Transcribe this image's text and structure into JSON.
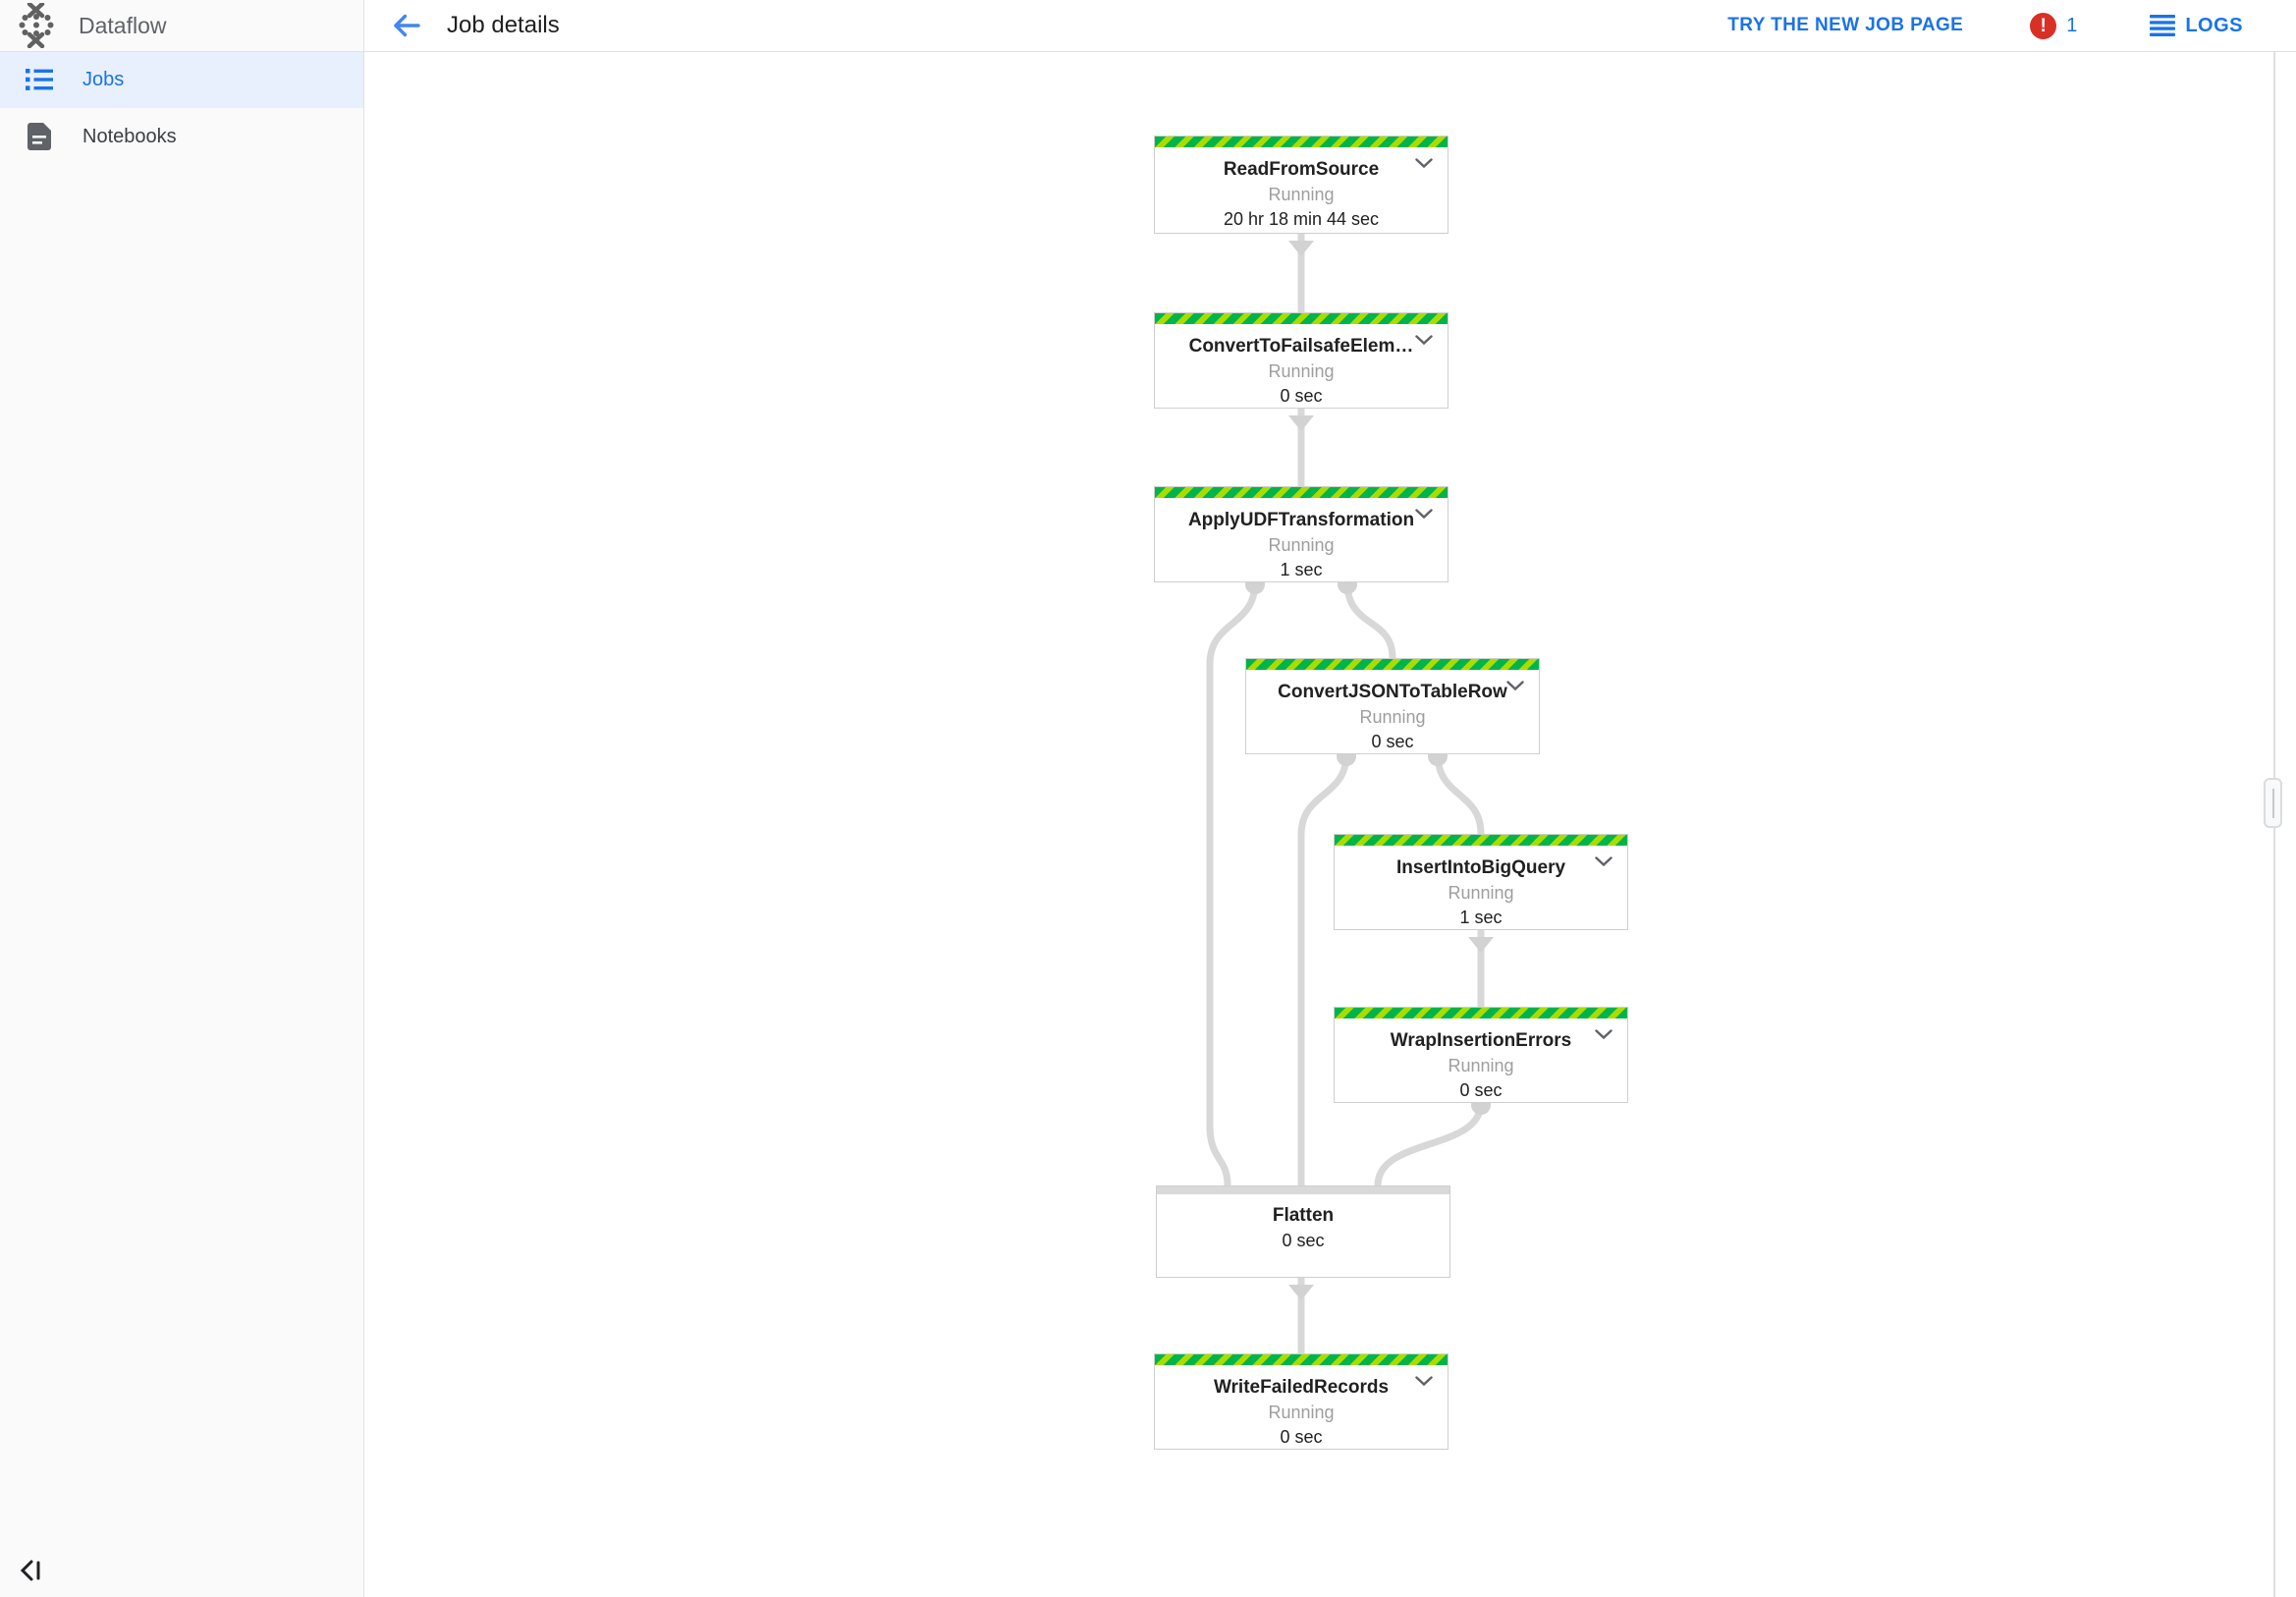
{
  "app": {
    "product_name": "Dataflow",
    "page_title": "Job details"
  },
  "header": {
    "try_new_job_label": "TRY THE NEW JOB PAGE",
    "error_icon_glyph": "!",
    "error_count": "1",
    "logs_label": "LOGS"
  },
  "sidebar": {
    "items": [
      {
        "label": "Jobs",
        "active": true,
        "icon": "list-icon"
      },
      {
        "label": "Notebooks",
        "active": false,
        "icon": "document-icon"
      }
    ]
  },
  "graph": {
    "nodes": [
      {
        "name": "ReadFromSource",
        "status": "Running",
        "time": "20 hr 18 min 44 sec"
      },
      {
        "name": "ConvertToFailsafeElem…",
        "status": "Running",
        "time": "0 sec"
      },
      {
        "name": "ApplyUDFTransformation",
        "status": "Running",
        "time": "1 sec"
      },
      {
        "name": "ConvertJSONToTableRow",
        "status": "Running",
        "time": "0 sec"
      },
      {
        "name": "InsertIntoBigQuery",
        "status": "Running",
        "time": "1 sec"
      },
      {
        "name": "WrapInsertionErrors",
        "status": "Running",
        "time": "0 sec"
      },
      {
        "name": "Flatten",
        "status": "",
        "time": "0 sec"
      },
      {
        "name": "WriteFailedRecords",
        "status": "Running",
        "time": "0 sec"
      }
    ]
  },
  "colors": {
    "accent_blue": "#1a73e8",
    "error_red": "#d93025",
    "running_stripe_green": "#00b44c",
    "running_stripe_lime": "#aadc00",
    "idle_bar_gray": "#d9d9d9",
    "edge_gray": "#d8d8d8"
  }
}
